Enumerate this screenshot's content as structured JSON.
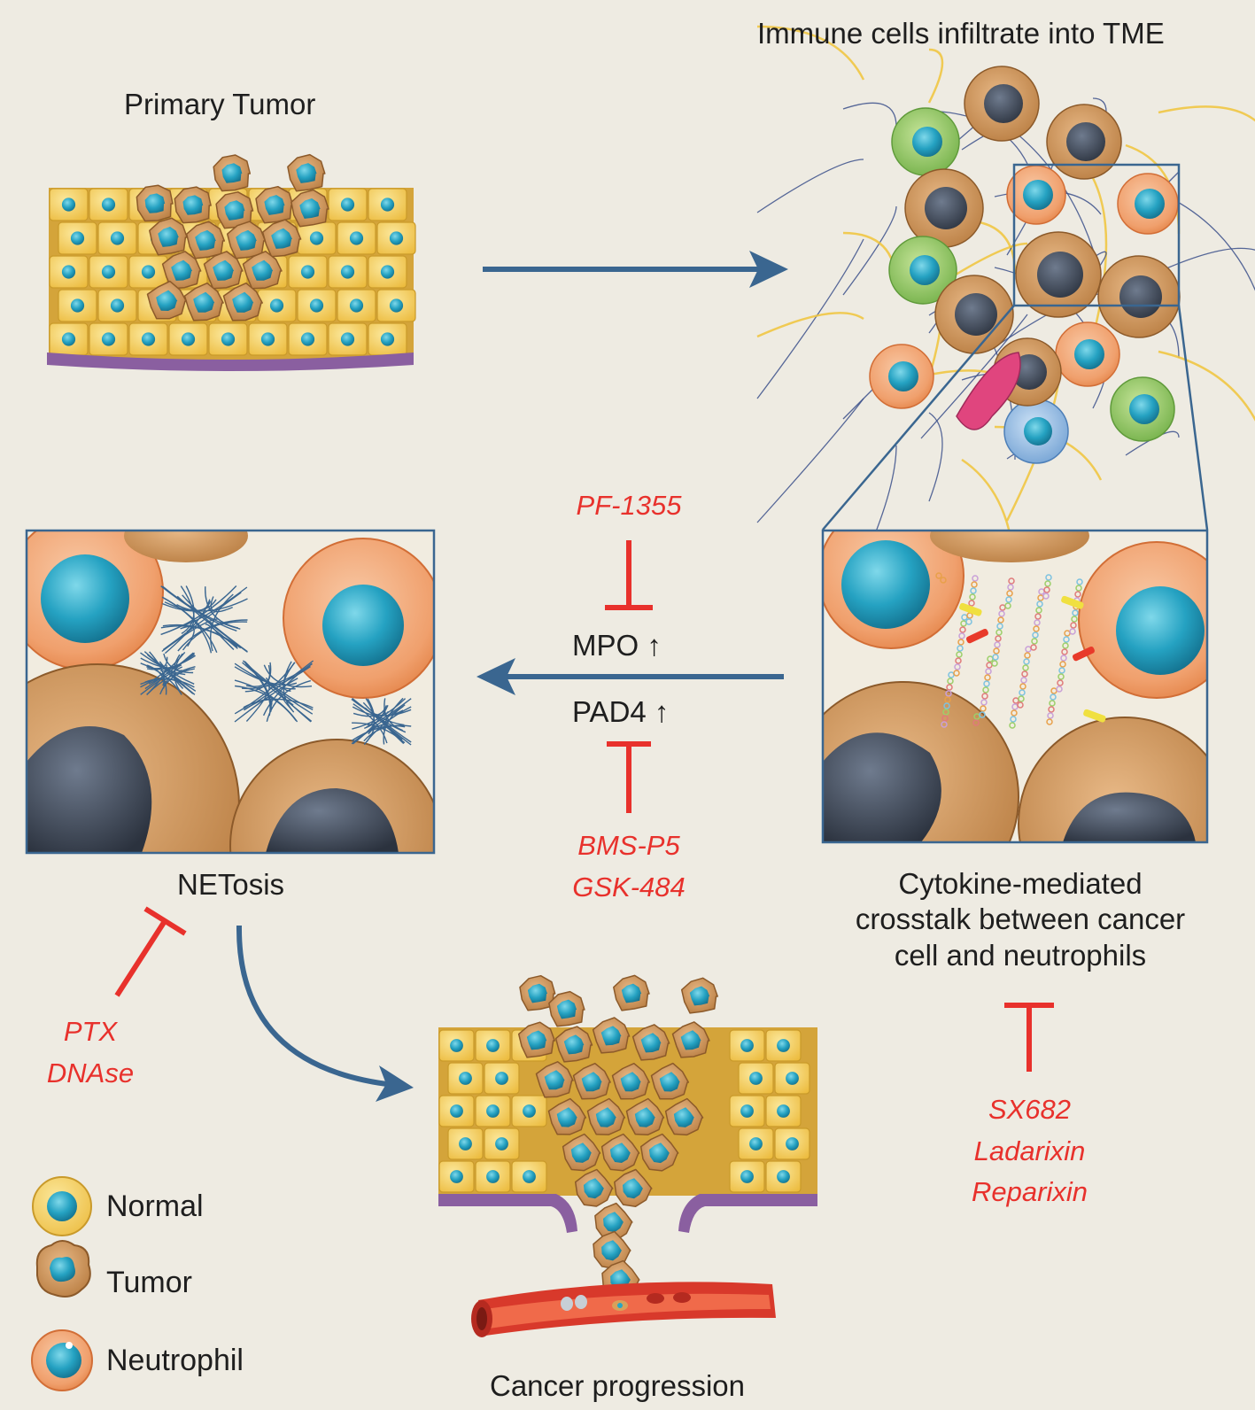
{
  "labels": {
    "primary_tumor": "Primary Tumor",
    "immune_infiltrate": "Immune cells infiltrate into TME",
    "netosis": "NETosis",
    "crosstalk_lines": [
      "Cytokine-mediated",
      "crosstalk between cancer",
      "cell and neutrophils"
    ],
    "cancer_progression": "Cancer progression",
    "mpo": "MPO ↑",
    "pad4": "PAD4 ↑"
  },
  "inhibitors": {
    "mpo": [
      "PF-1355"
    ],
    "pad4": [
      "BMS-P5",
      "GSK-484"
    ],
    "netosis": [
      "PTX",
      "DNAse"
    ],
    "cxcr": [
      "SX682",
      "Ladarixin",
      "Reparixin"
    ]
  },
  "legend": [
    {
      "label": "Normal",
      "icon": "normal-cell-icon"
    },
    {
      "label": "Tumor",
      "icon": "tumor-cell-icon"
    },
    {
      "label": "Neutrophil",
      "icon": "neutrophil-icon"
    }
  ],
  "colors": {
    "background": "#eeebe2",
    "arrow": "#3a6690",
    "inhibitor": "#e8312c",
    "normal_cell": "#f2c64f",
    "nucleus": "#2aa6c4",
    "tumor_cell": "#c98b4e",
    "neutrophil": "#ef9a6a",
    "dark_nucleus": "#3b4350",
    "membrane": "#8a5fa0"
  }
}
